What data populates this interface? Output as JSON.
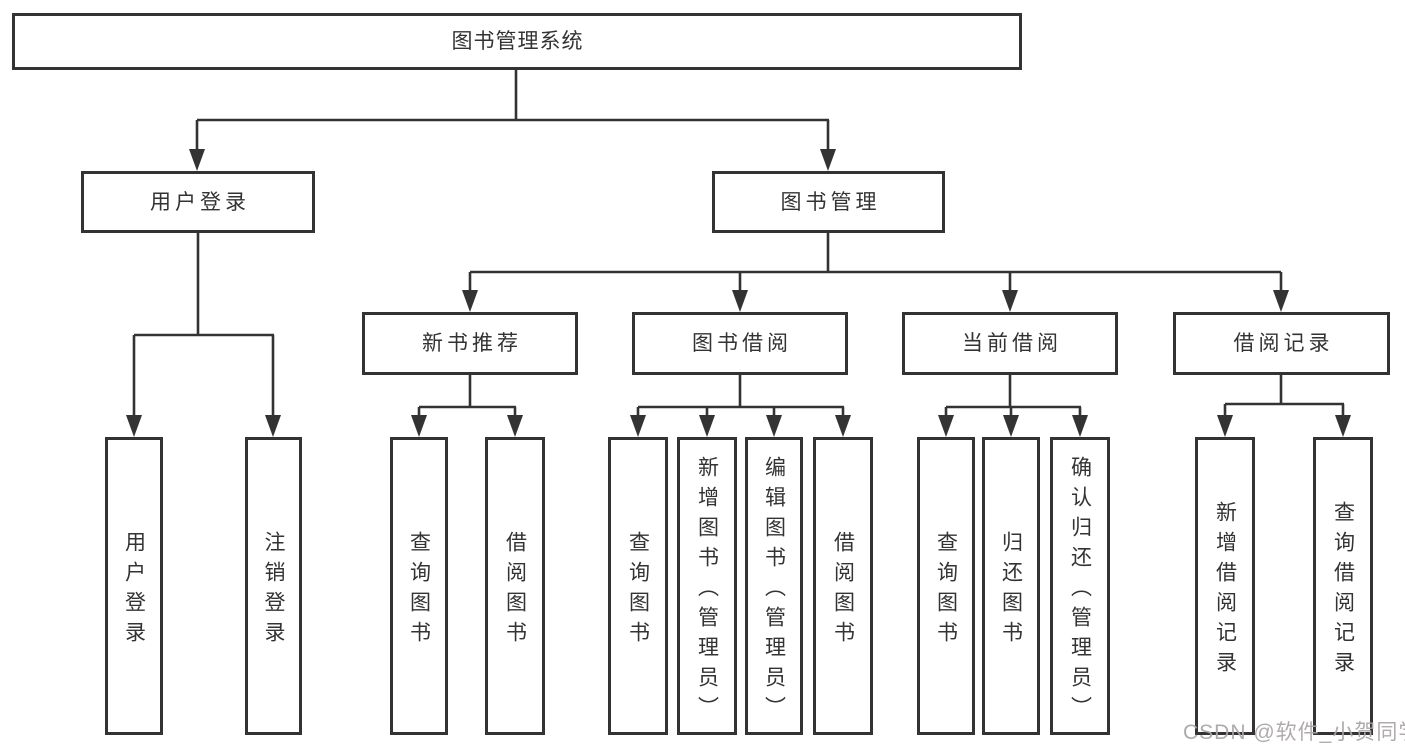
{
  "tree": {
    "label": "图书管理系统",
    "children": [
      {
        "label": "用户登录",
        "children": [
          {
            "label": "用户登录"
          },
          {
            "label": "注销登录"
          }
        ]
      },
      {
        "label": "图书管理",
        "children": [
          {
            "label": "新书推荐",
            "children": [
              {
                "label": "查询图书"
              },
              {
                "label": "借阅图书"
              }
            ]
          },
          {
            "label": "图书借阅",
            "children": [
              {
                "label": "查询图书"
              },
              {
                "label": "新增图书（管理员）"
              },
              {
                "label": "编辑图书（管理员）"
              },
              {
                "label": "借阅图书"
              }
            ]
          },
          {
            "label": "当前借阅",
            "children": [
              {
                "label": "查询图书"
              },
              {
                "label": "归还图书"
              },
              {
                "label": "确认归还（管理员）"
              }
            ]
          },
          {
            "label": "借阅记录",
            "children": [
              {
                "label": "新增借阅记录"
              },
              {
                "label": "查询借阅记录"
              }
            ]
          }
        ]
      }
    ]
  },
  "watermark": {
    "text": "CSDN @软件_小贺同学"
  },
  "colors": {
    "line": "#333333",
    "box_border": "#333333",
    "text": "#333333",
    "watermark": "#aca7a7",
    "background": "#ffffff"
  }
}
